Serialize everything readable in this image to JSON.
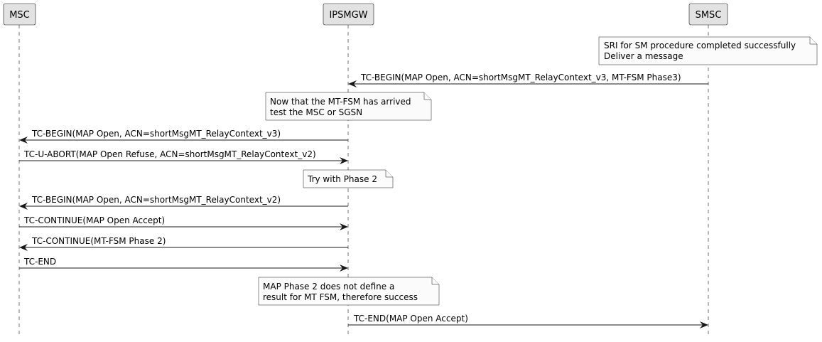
{
  "participants": [
    "MSC",
    "IPSMGW",
    "SMSC"
  ],
  "notes": [
    [
      "SRI for SM procedure completed successfully",
      "Deliver a message"
    ],
    [
      "Now that the MT-FSM has arrived",
      "test the MSC or SGSN"
    ],
    [
      "Try with Phase 2"
    ],
    [
      "MAP Phase 2 does not define a",
      "result for MT FSM, therefore success"
    ]
  ],
  "messages": [
    {
      "from": "SMSC",
      "to": "IPSMGW",
      "label": "TC-BEGIN(MAP Open, ACN=shortMsgMT_RelayContext_v3, MT-FSM Phase3)"
    },
    {
      "from": "IPSMGW",
      "to": "MSC",
      "label": "TC-BEGIN(MAP Open, ACN=shortMsgMT_RelayContext_v3)"
    },
    {
      "from": "MSC",
      "to": "IPSMGW",
      "label": "TC-U-ABORT(MAP Open Refuse, ACN=shortMsgMT_RelayContext_v2)"
    },
    {
      "from": "IPSMGW",
      "to": "MSC",
      "label": "TC-BEGIN(MAP Open, ACN=shortMsgMT_RelayContext_v2)"
    },
    {
      "from": "MSC",
      "to": "IPSMGW",
      "label": "TC-CONTINUE(MAP Open Accept)"
    },
    {
      "from": "IPSMGW",
      "to": "MSC",
      "label": "TC-CONTINUE(MT-FSM Phase 2)"
    },
    {
      "from": "MSC",
      "to": "IPSMGW",
      "label": "TC-END"
    },
    {
      "from": "IPSMGW",
      "to": "SMSC",
      "label": "TC-END(MAP Open Accept)"
    }
  ]
}
